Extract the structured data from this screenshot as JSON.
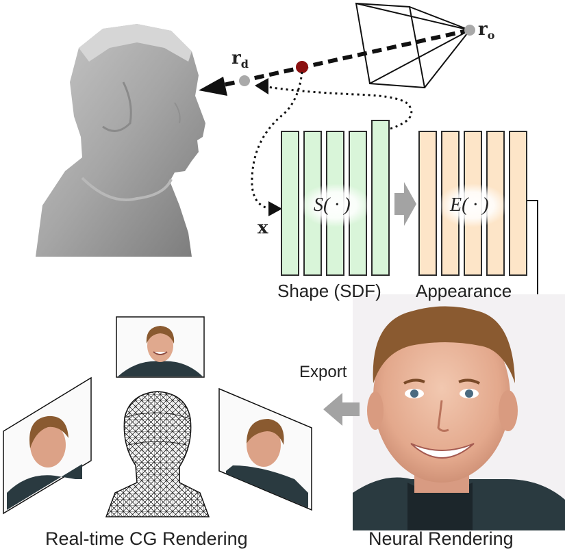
{
  "labels": {
    "ray_origin": "r",
    "ray_origin_sub": "o",
    "ray_dir": "r",
    "ray_dir_sub": "d",
    "point_x": "x",
    "shape_fn": "S( · )",
    "appearance_fn": "E( · )",
    "shape_caption": "Shape (SDF)",
    "appearance_caption": "Appearance",
    "export": "Export",
    "realtime_caption": "Real-time CG Rendering",
    "neural_caption": "Neural Rendering"
  },
  "colors": {
    "shape_bar_fill": "#d9f5d9",
    "shape_bar_stroke": "#2b2b2b",
    "appearance_bar_fill": "#fde5c8",
    "appearance_bar_stroke": "#2b2b2b",
    "sample_point": "#8b1010",
    "ray_point": "#a9a9a9",
    "flow_arrow": "#a3a3a3"
  },
  "icons": {
    "mesh_head": "head-mesh-icon",
    "camera": "camera-frustum-icon",
    "portrait": "portrait-photo-icon"
  }
}
